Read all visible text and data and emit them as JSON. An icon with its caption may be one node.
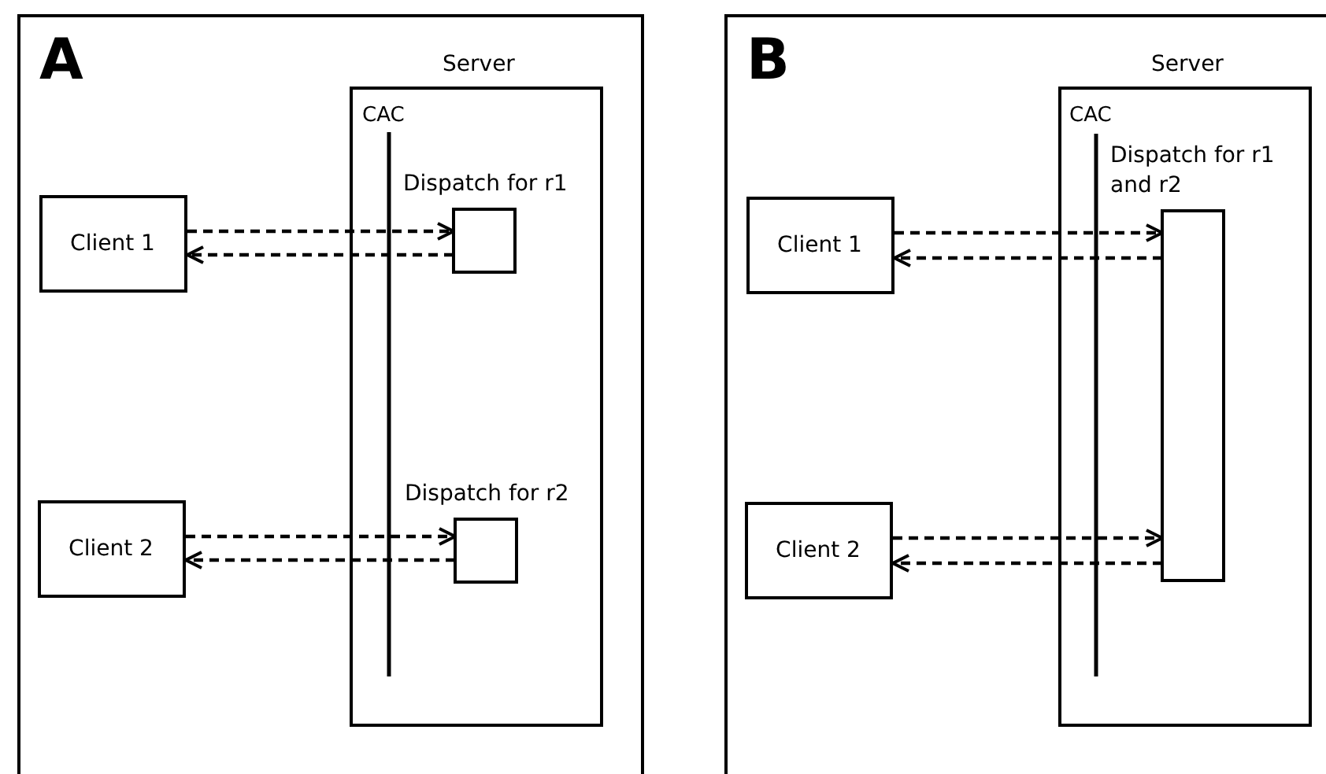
{
  "diagram": {
    "nodes": [
      {
        "text": [
          "A"
        ]
      },
      {
        "text": [
          "Server"
        ],
        "in": 0
      },
      {
        "text": [
          "Dispatch for r1"
        ],
        "in": 1
      },
      {
        "text": [
          "Client 1"
        ],
        "in": 0
      },
      {
        "text": [
          "Dispatch for r2"
        ],
        "in": 1
      },
      {
        "text": [
          "Client 2"
        ],
        "in": 0
      },
      {
        "text": [
          "B"
        ]
      },
      {
        "text": [
          "Server"
        ],
        "in": 6
      },
      {
        "text": [
          "Dispatch for r1 and r2"
        ],
        "in": 7
      },
      {
        "text": [
          "Client 1"
        ],
        "in": 6
      },
      {
        "text": [
          "Client 2"
        ],
        "in": 6
      }
    ],
    "edges": [
      {
        "from": 3,
        "to": 2,
        "arrow": "to",
        "style": "dashed"
      },
      {
        "from": 2,
        "to": 3,
        "arrow": "to",
        "style": "dashed"
      },
      {
        "from": 5,
        "to": 4,
        "arrow": "to",
        "style": "dashed"
      },
      {
        "from": 4,
        "to": 5,
        "arrow": "to",
        "style": "dashed"
      },
      {
        "from": 9,
        "to": 8,
        "arrow": "to",
        "style": "dashed"
      },
      {
        "from": 8,
        "to": 9,
        "arrow": "to",
        "style": "dashed"
      },
      {
        "from": 10,
        "to": 8,
        "arrow": "to",
        "style": "dashed"
      },
      {
        "from": 8,
        "to": 10,
        "arrow": "to",
        "style": "dashed"
      }
    ],
    "labels": [
      "CAC",
      "CAC"
    ]
  }
}
